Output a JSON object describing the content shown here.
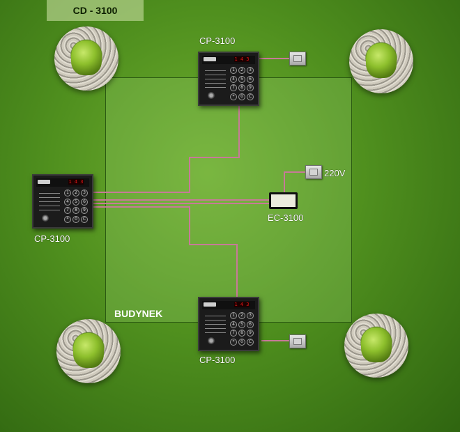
{
  "title": "CD - 3100",
  "building_label": "BUDYNEK",
  "panels": {
    "top": {
      "label": "CP-3100"
    },
    "left": {
      "label": "CP-3100"
    },
    "bottom": {
      "label": "CP-3100"
    }
  },
  "panel_display": "1 4 3",
  "keypad_keys": [
    "1",
    "2",
    "3",
    "4",
    "5",
    "6",
    "7",
    "8",
    "9",
    "*",
    "0",
    "C"
  ],
  "controller": {
    "label": "EC-3100"
  },
  "power": {
    "label": "220V"
  },
  "colors": {
    "wire": "#c77a98",
    "grass": "#5c9a24",
    "building": "#86c05a"
  },
  "icons": [
    "tree-icon",
    "wall-switch-icon",
    "keypad-panel-icon"
  ]
}
